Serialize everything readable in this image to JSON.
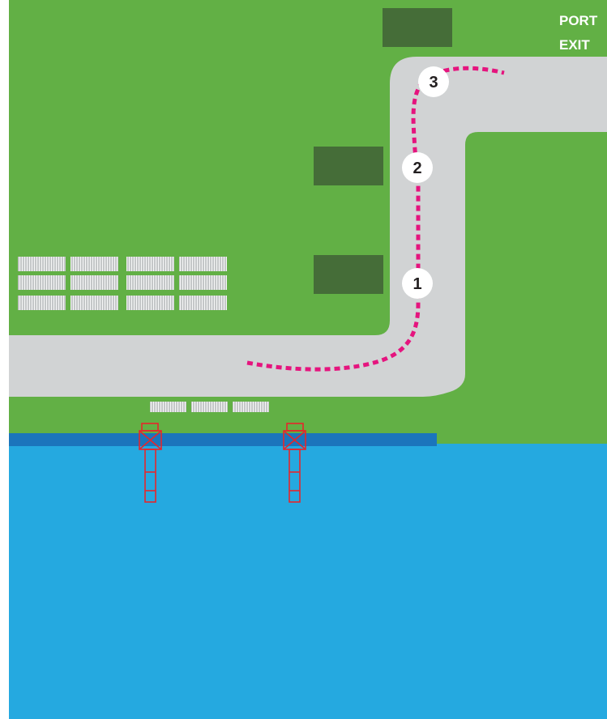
{
  "map": {
    "exit_label_line1": "PORT",
    "exit_label_line2": "EXIT",
    "checkpoints": [
      {
        "label": "1"
      },
      {
        "label": "2"
      },
      {
        "label": "3"
      }
    ],
    "colors": {
      "land": "#62b045",
      "water": "#25a9e0",
      "quay_edge": "#1b75bc",
      "road": "#d1d3d4",
      "building": "#456d38",
      "route": "#e5147e",
      "crane": "#e6262b",
      "container": "#c4c7c8",
      "checkpoint_fill": "#ffffff",
      "checkpoint_text": "#231f20",
      "label_text": "#ffffff"
    },
    "icons": {
      "crane": "gantry-crane-icon",
      "container": "container-stack-icon",
      "checkpoint": "numbered-circle-icon"
    }
  }
}
